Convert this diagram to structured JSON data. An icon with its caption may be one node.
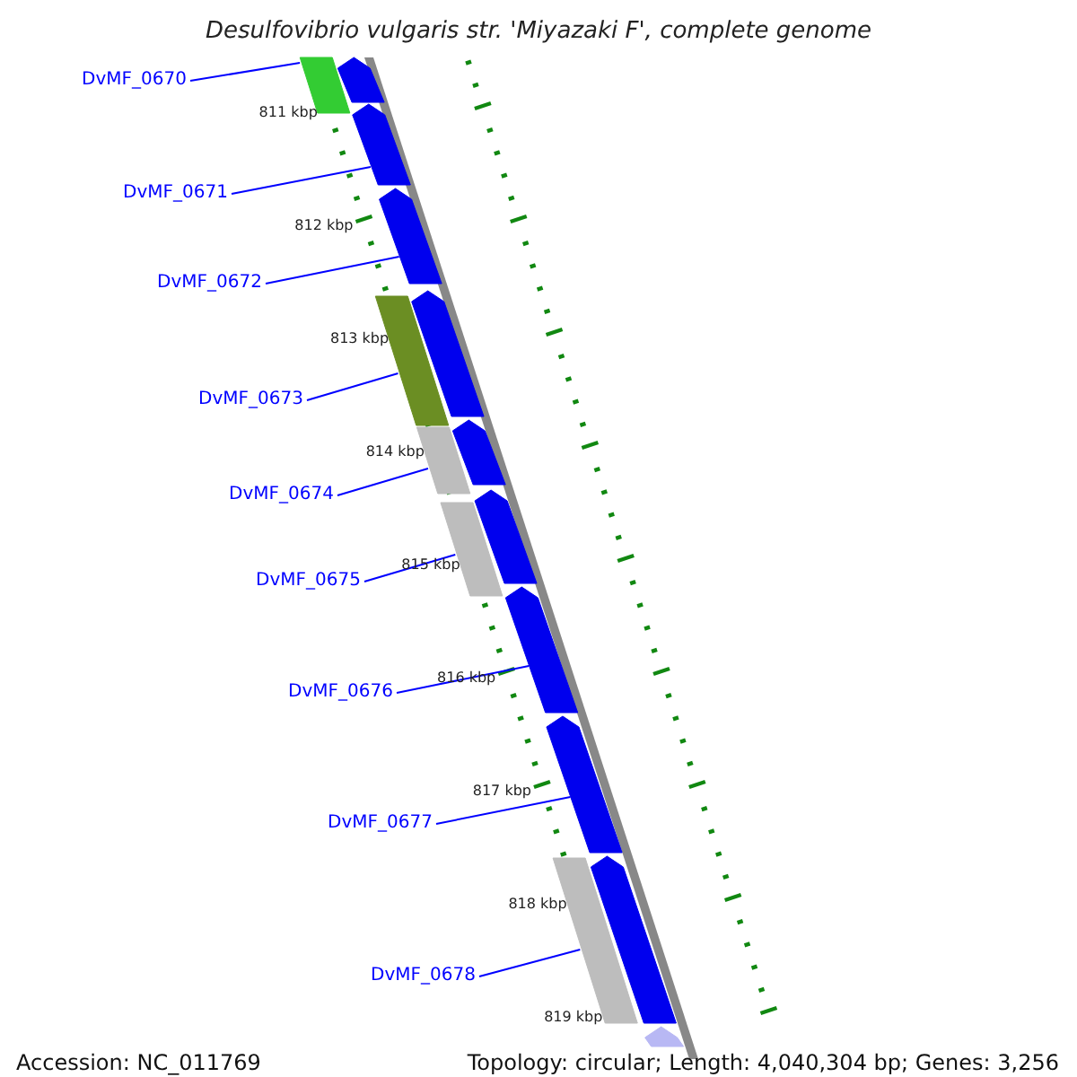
{
  "diagram": {
    "title": "Desulfovibrio vulgaris str. 'Miyazaki F', complete genome",
    "nodes": [
      {
        "text": [],
        "shape": "arrow"
      },
      {
        "text": [],
        "shape": "bar"
      },
      {
        "text": [],
        "shape": "arrow"
      },
      {
        "text": [],
        "shape": "arrow"
      },
      {
        "text": [],
        "shape": "arrow"
      },
      {
        "text": [],
        "shape": "bar"
      },
      {
        "text": [],
        "shape": "bar"
      },
      {
        "text": [],
        "shape": "arrow"
      },
      {
        "text": [],
        "shape": "arrow"
      },
      {
        "text": [],
        "shape": "bar"
      },
      {
        "text": [],
        "shape": "arrow"
      },
      {
        "text": [],
        "shape": "arrow"
      },
      {
        "text": [],
        "shape": "bar"
      },
      {
        "text": [],
        "shape": "arrow"
      },
      {
        "text": [],
        "shape": "arrow"
      },
      {
        "text": [
          "DvMF_0670"
        ]
      },
      {
        "text": [
          "DvMF_0671"
        ]
      },
      {
        "text": [
          "DvMF_0672"
        ]
      },
      {
        "text": [
          "DvMF_0673"
        ]
      },
      {
        "text": [
          "DvMF_0674"
        ]
      },
      {
        "text": [
          "DvMF_0675"
        ]
      },
      {
        "text": [
          "DvMF_0676"
        ]
      },
      {
        "text": [
          "DvMF_0677"
        ]
      },
      {
        "text": [
          "DvMF_0678"
        ]
      }
    ],
    "edges": [
      {
        "from": 15,
        "to": 1,
        "arrow": "none"
      },
      {
        "from": 16,
        "to": 2,
        "arrow": "none"
      },
      {
        "from": 17,
        "to": 3,
        "arrow": "none"
      },
      {
        "from": 18,
        "to": 5,
        "arrow": "none"
      },
      {
        "from": 19,
        "to": 6,
        "arrow": "none"
      },
      {
        "from": 20,
        "to": 9,
        "arrow": "none"
      },
      {
        "from": 21,
        "to": 10,
        "arrow": "none"
      },
      {
        "from": 22,
        "to": 11,
        "arrow": "none"
      },
      {
        "from": 23,
        "to": 12,
        "arrow": "none"
      }
    ],
    "labels": [
      "811 kbp",
      "812 kbp",
      "813 kbp",
      "814 kbp",
      "815 kbp",
      "816 kbp",
      "817 kbp",
      "818 kbp",
      "819 kbp",
      "Accession: NC_011769",
      "Topology: circular; Length: 4,040,304 bp; Genes: 3,256"
    ]
  }
}
